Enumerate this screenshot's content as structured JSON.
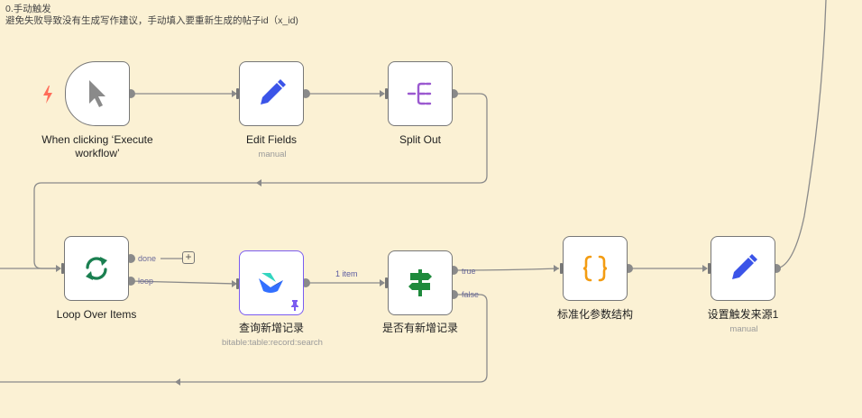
{
  "sticky": {
    "title": "0.手动触发",
    "body": "避免失败导致没有生成写作建议，手动填入要重新生成的帖子id（x_id)"
  },
  "nodes": {
    "trigger": {
      "label_line1": "When clicking ‘Execute",
      "label_line2": "workflow’",
      "icon": "cursor-icon"
    },
    "edit_fields": {
      "label": "Edit Fields",
      "sub": "manual",
      "icon": "pencil-icon"
    },
    "split_out": {
      "label": "Split Out",
      "icon": "split-icon"
    },
    "loop": {
      "label": "Loop Over Items",
      "icon": "loop-icon"
    },
    "query": {
      "label": "查询新增记录",
      "sub": "bitable:table:record:search",
      "icon": "lark-icon"
    },
    "if_new": {
      "label": "是否有新增记录",
      "icon": "signpost-icon"
    },
    "normalize": {
      "label": "标准化参数结构",
      "icon": "braces-icon"
    },
    "set_source": {
      "label": "设置触发来源1",
      "sub": "manual",
      "icon": "pencil-icon"
    }
  },
  "ports": {
    "done": "done",
    "loop": "loop",
    "true": "true",
    "false": "false"
  },
  "edges": {
    "query_to_if": "1 item"
  },
  "add_button": "+",
  "colors": {
    "canvas": "#fbf1d4",
    "edge": "#8a8a8a",
    "pencil": "#3b54e8",
    "split": "#9b59d0",
    "loop": "#1a7f50",
    "signpost": "#1e8a3c",
    "braces": "#f39c12",
    "bolt": "#ff6d5a"
  }
}
